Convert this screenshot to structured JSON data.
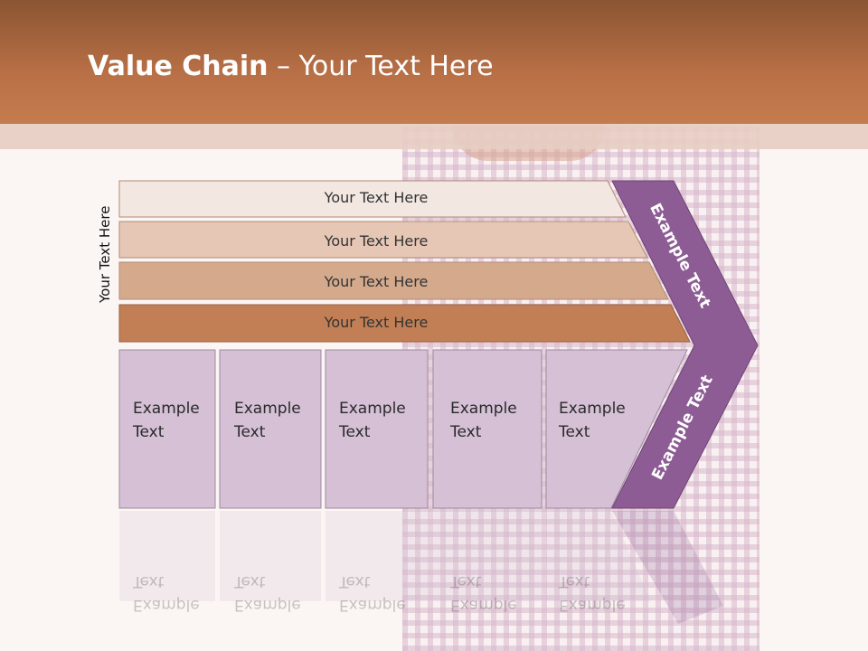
{
  "title": {
    "bold": "Value Chain",
    "rest": " – Your Text Here"
  },
  "side_label": "Your Text Here",
  "bars": [
    "Your Text Here",
    "Your Text Here",
    "Your Text Here",
    "Your Text Here"
  ],
  "boxes": [
    {
      "line1": "Example",
      "line2": "Text"
    },
    {
      "line1": "Example",
      "line2": "Text"
    },
    {
      "line1": "Example",
      "line2": "Text"
    },
    {
      "line1": "Example",
      "line2": "Text"
    },
    {
      "line1": "Example",
      "line2": "Text"
    }
  ],
  "chevron": {
    "upper": "Example Text",
    "lower": "Example Text"
  },
  "colors": {
    "header": "#b97046",
    "bar1": "#f3e7e1",
    "bar2": "#e6c7b5",
    "bar3": "#d5aa8c",
    "bar4": "#c27f55",
    "box": "#d5c0d6",
    "chevron": "#8e5c95"
  }
}
